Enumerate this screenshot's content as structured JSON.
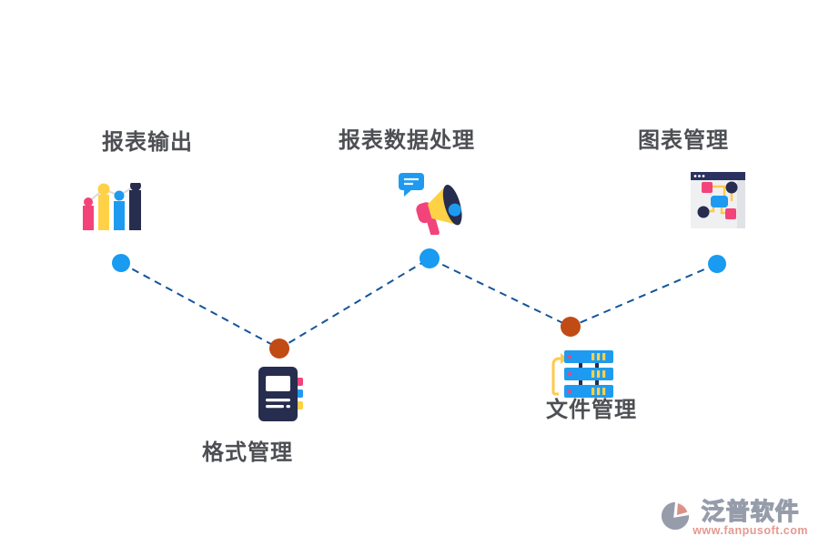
{
  "page": {
    "background": "#ffffff"
  },
  "milestones": [
    {
      "id": "report-output",
      "label": "报表输出",
      "icon": "bar-chart-icon",
      "row": "top",
      "node_color": "#189bf0"
    },
    {
      "id": "format-management",
      "label": "格式管理",
      "icon": "notebook-icon",
      "row": "bottom",
      "node_color": "#c14b15"
    },
    {
      "id": "report-data-processing",
      "label": "报表数据处理",
      "icon": "megaphone-icon",
      "row": "top",
      "node_color": "#189bf0"
    },
    {
      "id": "file-management",
      "label": "文件管理",
      "icon": "server-icon",
      "row": "bottom",
      "node_color": "#c14b15"
    },
    {
      "id": "chart-management",
      "label": "图表管理",
      "icon": "window-chart-icon",
      "row": "top",
      "node_color": "#189bf0"
    }
  ],
  "connector": {
    "style": "dashed-zigzag",
    "line_color": "#15549b",
    "blue_node_color": "#189bf0",
    "orange_node_color": "#c14b15"
  },
  "palette": {
    "pink": "#f2437b",
    "yellow": "#ffd146",
    "blue": "#1e9bf0",
    "navy": "#272d4e",
    "label_text": "#4d4f53"
  },
  "watermark": {
    "brand": "泛普软件",
    "url": "www.fanpusoft.com"
  }
}
